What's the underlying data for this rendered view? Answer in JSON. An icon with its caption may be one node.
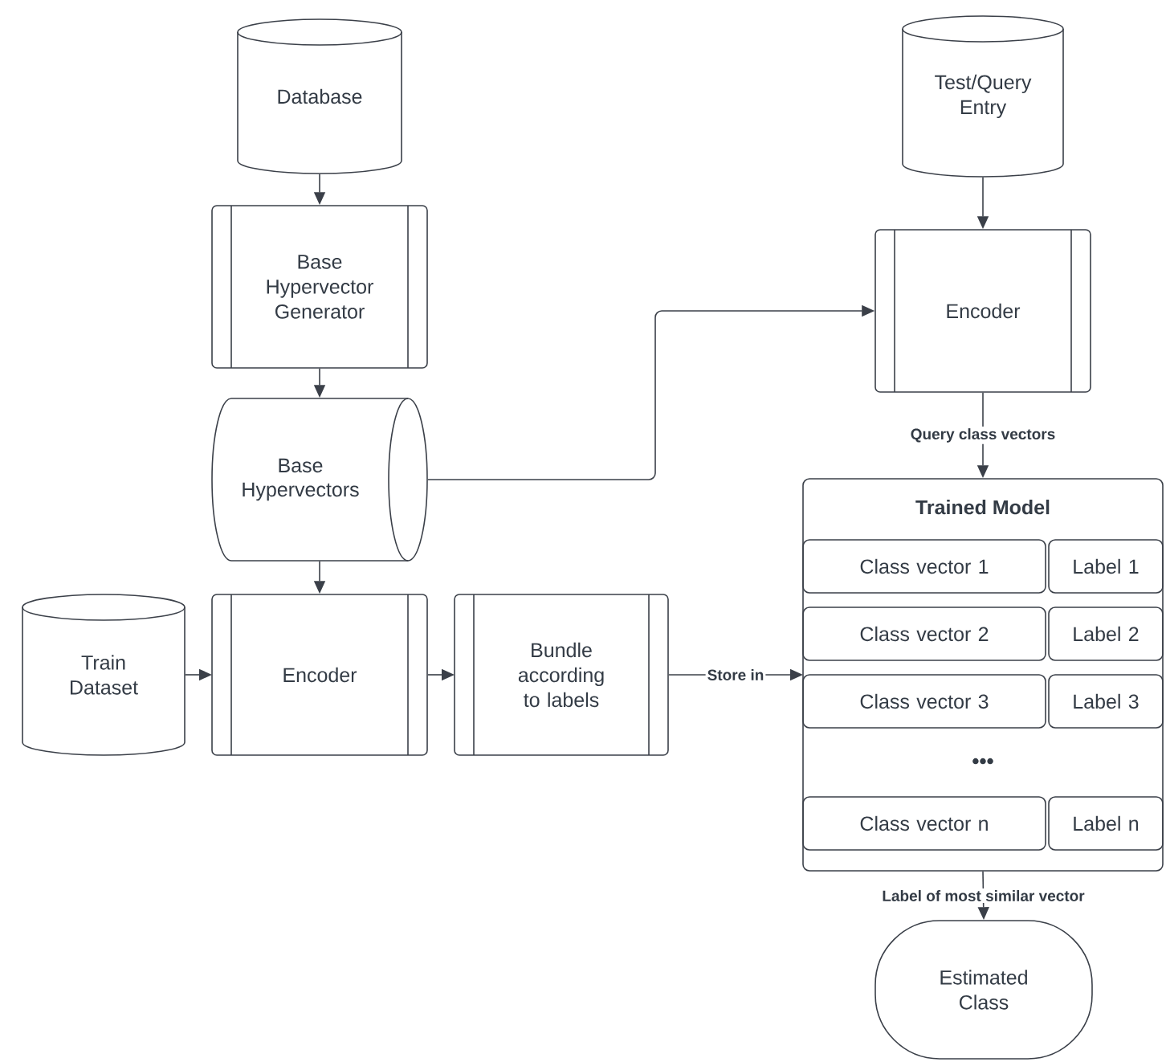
{
  "diagram": {
    "nodes": [
      {
        "text": [
          "Database"
        ]
      },
      {
        "text": [
          "Base Hypervector Generator"
        ]
      },
      {
        "text": [
          "Base Hypervectors"
        ]
      },
      {
        "text": [
          "Test/Query Entry"
        ]
      },
      {
        "text": [
          "Encoder"
        ]
      },
      {
        "text": [
          "Train Dataset"
        ]
      },
      {
        "text": [
          "Encoder"
        ]
      },
      {
        "text": [
          "Bundle according to labels"
        ]
      },
      {
        "text": [
          "Trained Model"
        ]
      },
      {
        "text": [
          "Class vector 1"
        ],
        "in": 8
      },
      {
        "text": [
          "Label 1"
        ],
        "in": 8
      },
      {
        "text": [
          "Class vector 2"
        ],
        "in": 8
      },
      {
        "text": [
          "Label 2"
        ],
        "in": 8
      },
      {
        "text": [
          "Class vector 3"
        ],
        "in": 8
      },
      {
        "text": [
          "Label 3"
        ],
        "in": 8
      },
      {
        "text": [
          "Class vector n"
        ],
        "in": 8
      },
      {
        "text": [
          "Label n"
        ],
        "in": 8
      },
      {
        "text": [
          "Estimated Class"
        ]
      }
    ],
    "edges": [
      {
        "from": 0,
        "to": 1,
        "arrow": "to"
      },
      {
        "from": 1,
        "to": 2,
        "arrow": "to"
      },
      {
        "from": 2,
        "to": 6,
        "arrow": "to"
      },
      {
        "from": 2,
        "to": 4,
        "arrow": "to"
      },
      {
        "from": 3,
        "to": 4,
        "arrow": "to"
      },
      {
        "from": 4,
        "to": 8,
        "arrow": "to",
        "label": "Query class vectors"
      },
      {
        "from": 5,
        "to": 6,
        "arrow": "to"
      },
      {
        "from": 6,
        "to": 7,
        "arrow": "to"
      },
      {
        "from": 7,
        "to": 8,
        "arrow": "to",
        "label": "Store in"
      },
      {
        "from": 8,
        "to": 17,
        "arrow": "to",
        "label": "Label of most similar vector"
      }
    ],
    "labels": [
      "•••"
    ]
  }
}
